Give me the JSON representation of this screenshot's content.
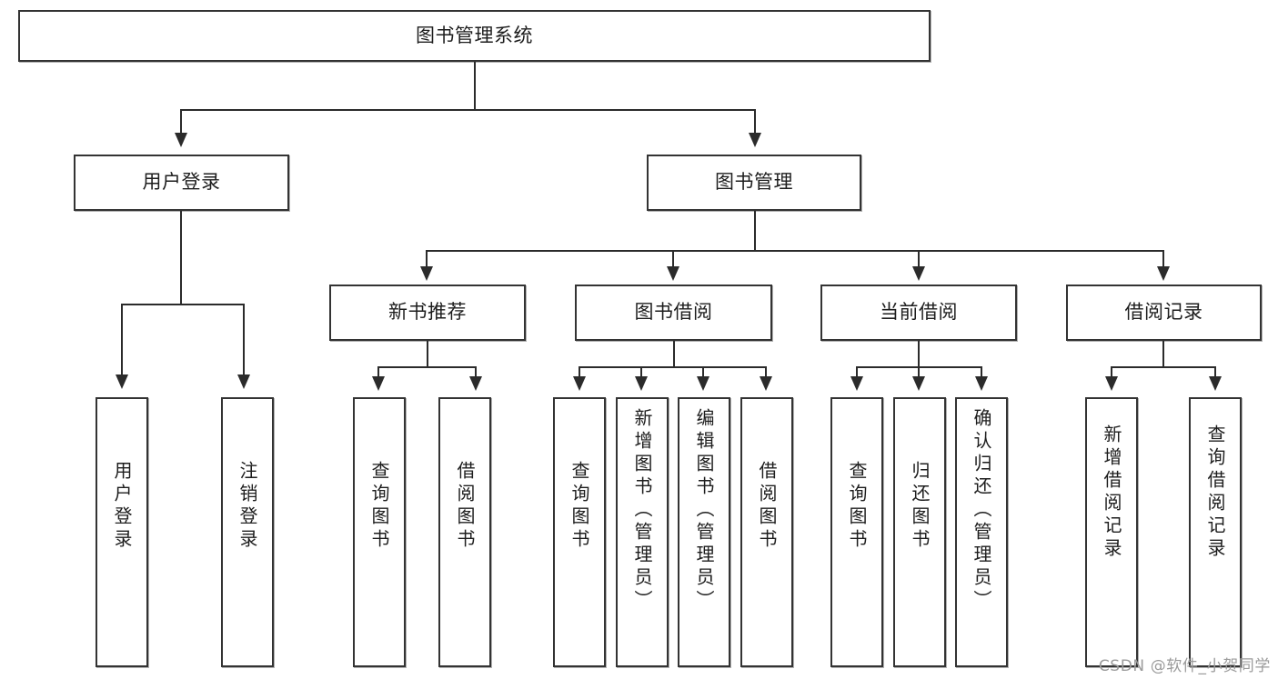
{
  "diagram": {
    "type": "tree",
    "title": "图书管理系统",
    "root": {
      "label": "图书管理系统"
    },
    "level2": [
      {
        "label": "用户登录"
      },
      {
        "label": "图书管理"
      }
    ],
    "level3": [
      {
        "label": "新书推荐"
      },
      {
        "label": "图书借阅"
      },
      {
        "label": "当前借阅"
      },
      {
        "label": "借阅记录"
      }
    ],
    "leaves": {
      "user_login": [
        {
          "label": "用户登录"
        },
        {
          "label": "注销登录"
        }
      ],
      "new_book": [
        {
          "label": "查询图书"
        },
        {
          "label": "借阅图书"
        }
      ],
      "book_borrow": [
        {
          "label": "查询图书"
        },
        {
          "label": "新增图书（管理员）"
        },
        {
          "label": "编辑图书（管理员）"
        },
        {
          "label": "借阅图书"
        }
      ],
      "current_borrow": [
        {
          "label": "查询图书"
        },
        {
          "label": "归还图书"
        },
        {
          "label": "确认归还（管理员）"
        }
      ],
      "borrow_record": [
        {
          "label": "新增借阅记录"
        },
        {
          "label": "查询借阅记录"
        }
      ]
    }
  },
  "watermark": {
    "text": "CSDN @软件_小贺同学"
  },
  "colors": {
    "stroke": "#333333",
    "line": "#2b2b2b",
    "background": "#ffffff",
    "watermark": "#9b9b9b"
  }
}
